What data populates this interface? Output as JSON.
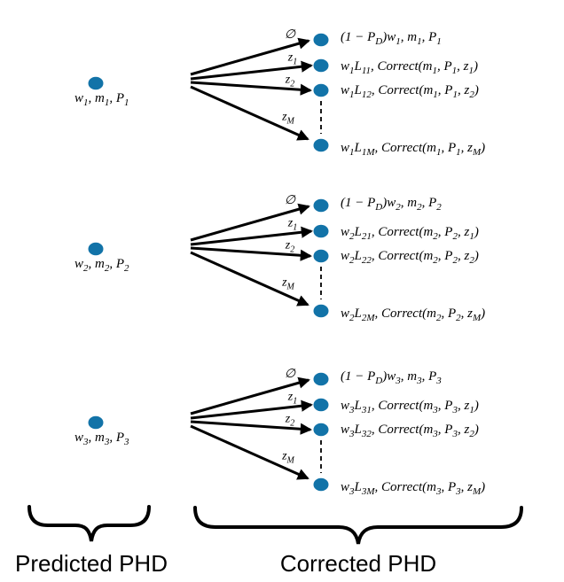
{
  "colors": {
    "node_fill": "#1273a8",
    "line_color": "#000000",
    "text_color": "#000000"
  },
  "icons": {
    "node_dot": "gaussian-component-dot",
    "brace": "curly-underbrace"
  },
  "groups": [
    {
      "source_label": "w_1, m_1, P_1",
      "branches": [
        {
          "edge_label": "∅",
          "node_label": "(1 − P_D)w_1, m_1, P_1"
        },
        {
          "edge_label": "z_1",
          "node_label": "w_1L_{11}, Correct(m_1, P_1, z_1)"
        },
        {
          "edge_label": "z_2",
          "node_label": "w_1L_{12}, Correct(m_1, P_1, z_2)"
        },
        {
          "edge_label": "z_M",
          "node_label": "w_1L_{1M}, Correct(m_1, P_1, z_M)"
        }
      ]
    },
    {
      "source_label": "w_2, m_2, P_2",
      "branches": [
        {
          "edge_label": "∅",
          "node_label": "(1 − P_D)w_2, m_2, P_2"
        },
        {
          "edge_label": "z_1",
          "node_label": "w_2L_{21}, Correct(m_2, P_2, z_1)"
        },
        {
          "edge_label": "z_2",
          "node_label": "w_2L_{22}, Correct(m_2, P_2, z_2)"
        },
        {
          "edge_label": "z_M",
          "node_label": "w_2L_{2M}, Correct(m_2, P_2, z_M)"
        }
      ]
    },
    {
      "source_label": "w_3, m_3, P_3",
      "branches": [
        {
          "edge_label": "∅",
          "node_label": "(1 − P_D)w_3, m_3, P_3"
        },
        {
          "edge_label": "z_1",
          "node_label": "w_3L_{31}, Correct(m_3, P_3, z_1)"
        },
        {
          "edge_label": "z_2",
          "node_label": "w_3L_{32}, Correct(m_3, P_3, z_2)"
        },
        {
          "edge_label": "z_M",
          "node_label": "w_3L_{3M}, Correct(m_3, P_3, z_M)"
        }
      ]
    }
  ],
  "footer": {
    "predicted": "Predicted PHD",
    "corrected": "Corrected PHD"
  }
}
